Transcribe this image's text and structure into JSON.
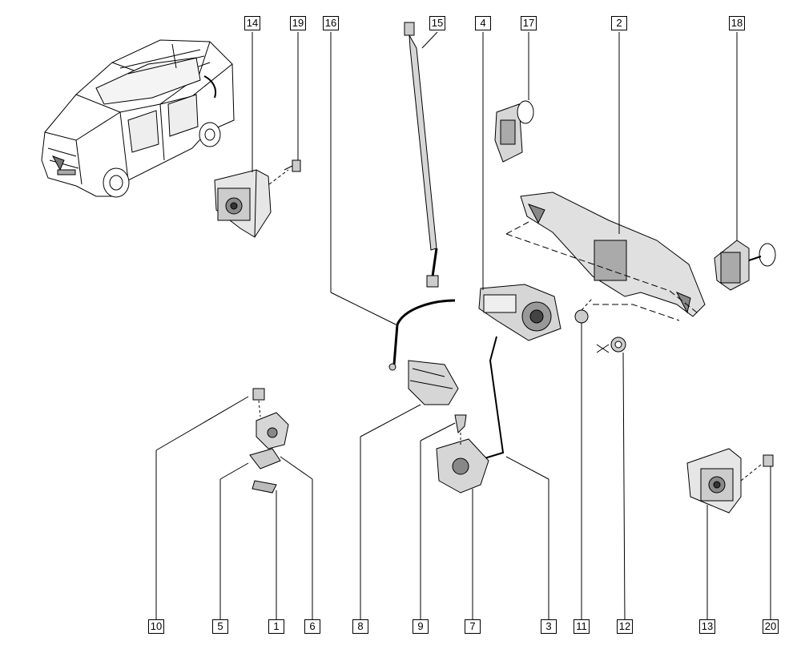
{
  "diagram": {
    "colors": {
      "line": "#000000",
      "part_fill": "#d6d6d6",
      "part_dark": "#7a7a7a",
      "background": "#ffffff"
    },
    "callouts": [
      {
        "id": "c14",
        "label": "14",
        "part": "left side hinge bracket"
      },
      {
        "id": "c19",
        "label": "19",
        "part": "bolt"
      },
      {
        "id": "c16",
        "label": "16",
        "part": "cable"
      },
      {
        "id": "c15",
        "label": "15",
        "part": "gas strut"
      },
      {
        "id": "c4",
        "label": "4",
        "part": "lock motor"
      },
      {
        "id": "c17",
        "label": "17",
        "part": "switch"
      },
      {
        "id": "c2",
        "label": "2",
        "part": "handle trim"
      },
      {
        "id": "c18",
        "label": "18",
        "part": "switch"
      },
      {
        "id": "c10",
        "label": "10",
        "part": "screw"
      },
      {
        "id": "c5",
        "label": "5",
        "part": "plate"
      },
      {
        "id": "c1",
        "label": "1",
        "part": "shim"
      },
      {
        "id": "c6",
        "label": "6",
        "part": "striker"
      },
      {
        "id": "c8",
        "label": "8",
        "part": "cover"
      },
      {
        "id": "c9",
        "label": "9",
        "part": "fastener"
      },
      {
        "id": "c7",
        "label": "7",
        "part": "lock mechanism"
      },
      {
        "id": "c3",
        "label": "3",
        "part": "rod"
      },
      {
        "id": "c11",
        "label": "11",
        "part": "clip"
      },
      {
        "id": "c12",
        "label": "12",
        "part": "nut"
      },
      {
        "id": "c13",
        "label": "13",
        "part": "right side hinge bracket"
      },
      {
        "id": "c20",
        "label": "20",
        "part": "bolt"
      }
    ]
  }
}
